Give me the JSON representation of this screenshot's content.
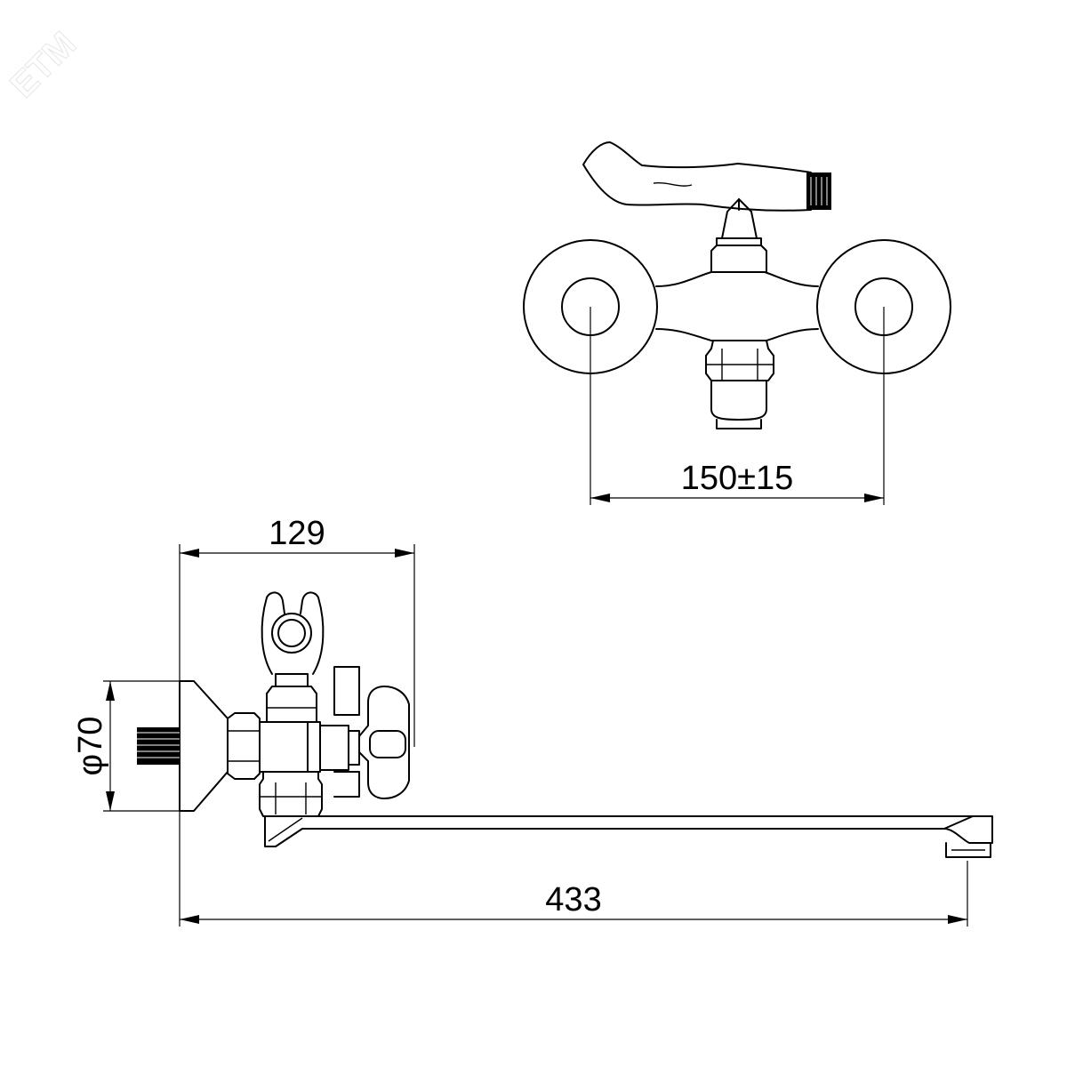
{
  "watermark": "ETM",
  "dimensions": {
    "center_distance": "150±15",
    "body_depth": "129",
    "flange_diameter": "φ70",
    "spout_reach": "433"
  }
}
